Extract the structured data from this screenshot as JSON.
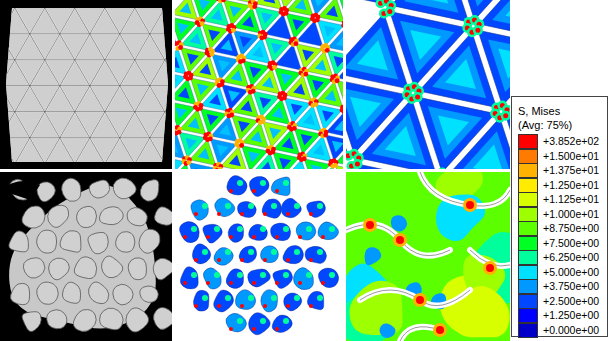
{
  "diagram": {
    "labels": [
      "S, Mises",
      "(Avg: 75%)"
    ],
    "legend": [
      {
        "text": "+3.852e+02",
        "color": "#ff0000"
      },
      {
        "text": "+1.500e+01",
        "color": "#ff7a00"
      },
      {
        "text": "+1.375e+01",
        "color": "#ffb200"
      },
      {
        "text": "+1.250e+01",
        "color": "#ffec00"
      },
      {
        "text": "+1.125e+01",
        "color": "#d7ff00"
      },
      {
        "text": "+1.000e+01",
        "color": "#9eff00"
      },
      {
        "text": "+8.750e+00",
        "color": "#5cff00"
      },
      {
        "text": "+7.500e+00",
        "color": "#00ff23"
      },
      {
        "text": "+6.250e+00",
        "color": "#00ff9c"
      },
      {
        "text": "+5.000e+00",
        "color": "#00e1ff"
      },
      {
        "text": "+3.750e+00",
        "color": "#0099ff"
      },
      {
        "text": "+2.500e+00",
        "color": "#0047ff"
      },
      {
        "text": "+1.250e+00",
        "color": "#0000ff"
      },
      {
        "text": "+0.000e+00",
        "color": "#0000c8"
      }
    ]
  }
}
